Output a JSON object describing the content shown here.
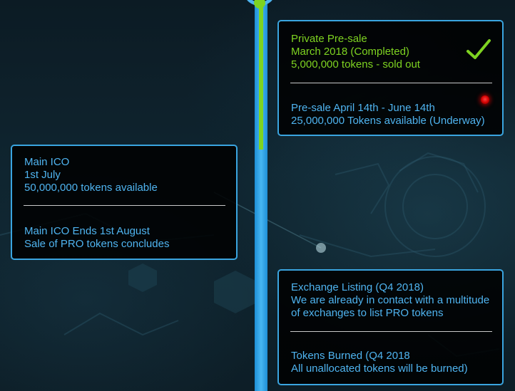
{
  "timeline": {
    "presale_card": {
      "private_title": "Private Pre-sale",
      "private_date": "March 2018 (Completed)",
      "private_tokens": "5,000,000 tokens - sold out",
      "private_status_icon": "checkmark-icon",
      "public_title": "Pre-sale April 14th - June 14th",
      "public_tokens": "25,000,000 Tokens available (Underway)",
      "public_status_icon": "red-status-dot-icon"
    },
    "ico_card": {
      "title": "Main ICO",
      "date": "1st July",
      "tokens": "50,000,000 tokens available",
      "end_title": "Main ICO Ends 1st August",
      "end_note": "Sale of PRO tokens concludes"
    },
    "exchange_card": {
      "listing_title": "Exchange Listing (Q4 2018)",
      "listing_line1": "We are already in contact with a multitude",
      "listing_line2": "of exchanges to list PRO tokens",
      "burn_title": "Tokens Burned (Q4 2018",
      "burn_note": "All unallocated tokens will be burned)"
    }
  },
  "colors": {
    "completed": "#7ed321",
    "text_blue": "#4fb4f0",
    "border_blue": "#3aa5e0",
    "spine_blue": "#47b6f2",
    "underway_red": "#ff2020"
  }
}
